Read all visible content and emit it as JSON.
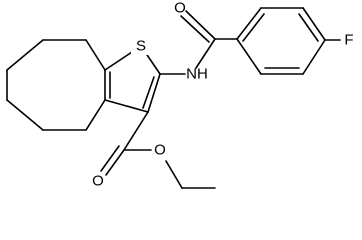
{
  "molecule": {
    "atoms": {
      "sulfur": "S",
      "nitrogen_h": "NH",
      "fluorine": "F",
      "carbonyl_oxygen_amide": "O",
      "carbonyl_oxygen_ester": "O",
      "ester_oxygen": "O"
    },
    "colors": {
      "bond": "#000000",
      "label": "#000000",
      "background": "#ffffff"
    }
  }
}
